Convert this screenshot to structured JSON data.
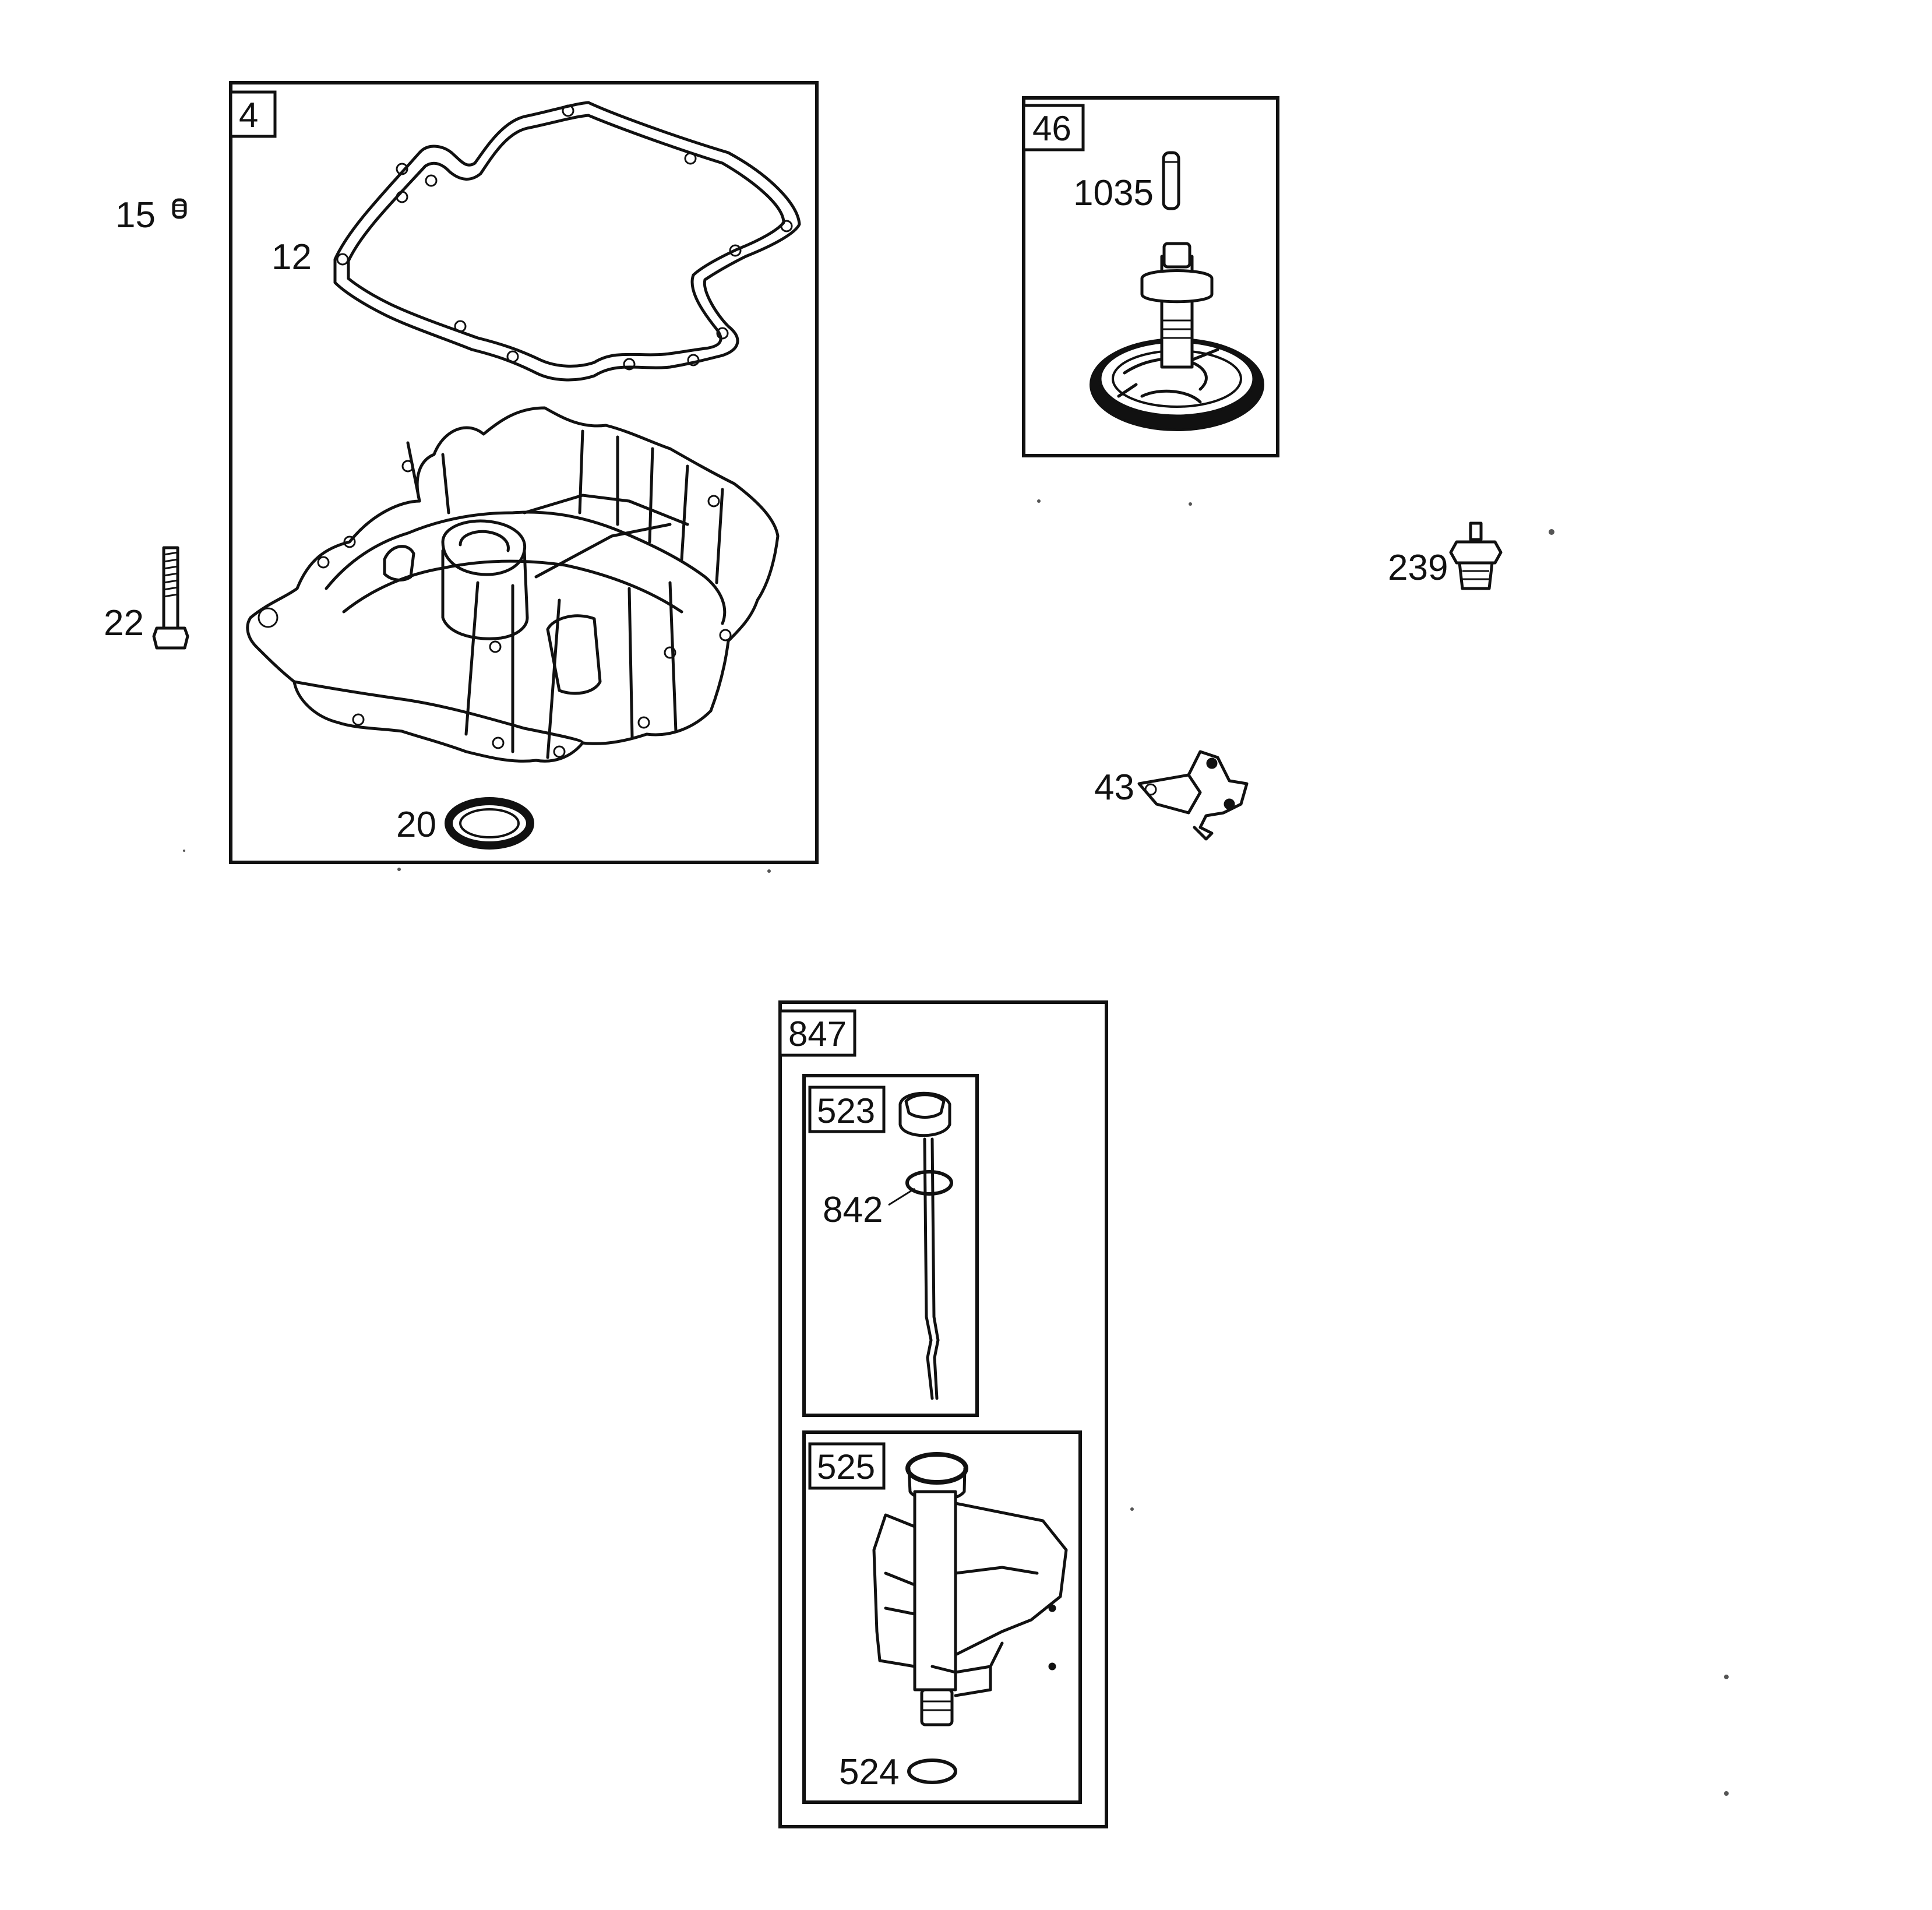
{
  "kits": {
    "sump_kit": "4",
    "cam_kit": "46",
    "oil_fill_kit": "847",
    "dipstick_kit": "523",
    "oil_tube_kit": "525"
  },
  "callouts": {
    "p15": "15",
    "p12": "12",
    "p22": "22",
    "p20": "20",
    "p1035": "1035",
    "p239": "239",
    "p43": "43",
    "p842": "842",
    "p524": "524"
  }
}
